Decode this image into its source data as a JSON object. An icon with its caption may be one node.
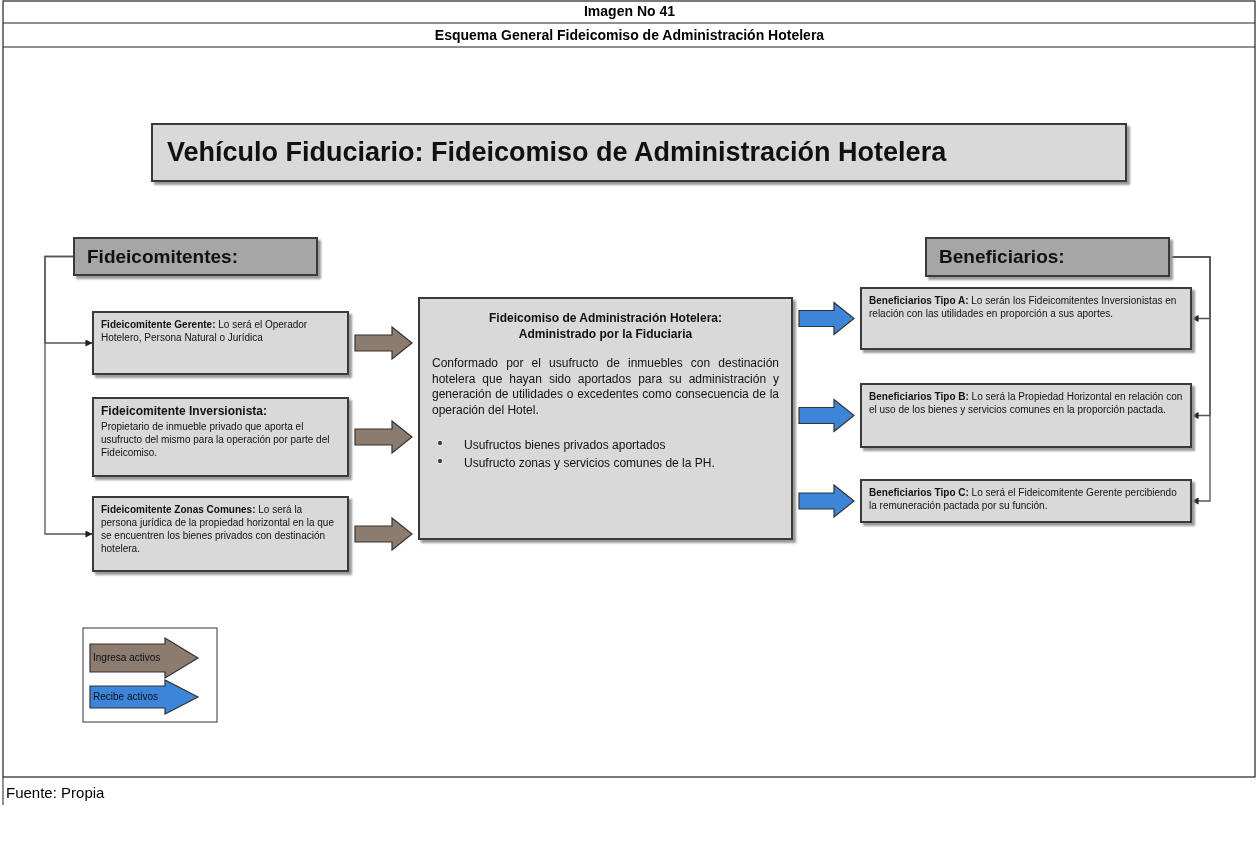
{
  "diagram": {
    "title": "Imagen No 41",
    "caption": "Fuente: Propia",
    "nodes": [
      {
        "text": [
          "Vehículo Fiduciario: Fideicomiso de Administración Hotelera"
        ]
      },
      {
        "text": [
          "Fideicomitentes:"
        ]
      },
      {
        "text": [
          "**Fideicomitente Gerente:** Lo será el Operador Hotelero, Persona Natural o Jurídica"
        ]
      },
      {
        "text": [
          "Fideicomitente Inversionista:",
          "Propietario de inmueble privado que aporta el usufructo del mismo para la operación por parte del Fideicomiso."
        ]
      },
      {
        "text": [
          "**Fideicomitente Zonas Comunes:** Lo será la persona jurídica de la propiedad horizontal en la que se encuentren los bienes privados con destinación hotelera."
        ]
      },
      {
        "text": [
          "Fideicomiso de Administración Hotelera: Administrado por la Fiduciaria",
          "Conformado por el usufructo de inmuebles con destinación hotelera que hayan sido aportados para su administración y generación de utilidades o excedentes como consecuencia de la operación del Hotel.",
          "Usufructos bienes privados aportados",
          "Usufructo zonas y servicios comunes de la PH."
        ]
      },
      {
        "text": [
          "Beneficiarios:"
        ]
      },
      {
        "text": [
          "**Beneficiarios Tipo A:** Lo serán los Fideicomitentes Inversionistas en relación con las utilidades en proporción a sus aportes."
        ]
      },
      {
        "text": [
          "**Beneficiarios Tipo B:** Lo será la Propiedad Horizontal en relación con el uso de los bienes y servicios comunes en la proporción pactada."
        ]
      },
      {
        "text": [
          "**Beneficiarios Tipo C:** Lo será el Fideicomitente Gerente percibiendo la remuneración pactada por su función."
        ]
      }
    ],
    "edges": [
      {
        "from": 1,
        "to": 2,
        "arrow": "to"
      },
      {
        "from": 1,
        "to": 4,
        "arrow": "to"
      },
      {
        "from": 6,
        "to": 7,
        "arrow": "to"
      },
      {
        "from": 6,
        "to": 8,
        "arrow": "to"
      },
      {
        "from": 6,
        "to": 9,
        "arrow": "to"
      },
      {
        "from": 2,
        "to": 5,
        "arrow": "to",
        "style": "thick",
        "color": "#8c7b6f"
      },
      {
        "from": 3,
        "to": 5,
        "arrow": "to",
        "style": "thick",
        "color": "#8c7b6f"
      },
      {
        "from": 4,
        "to": 5,
        "arrow": "to",
        "style": "thick",
        "color": "#8c7b6f"
      },
      {
        "from": 5,
        "to": 7,
        "arrow": "to",
        "style": "thick",
        "color": "#3d85d8"
      },
      {
        "from": 5,
        "to": 8,
        "arrow": "to",
        "style": "thick",
        "color": "#3d85d8"
      },
      {
        "from": 5,
        "to": 9,
        "arrow": "to",
        "style": "thick",
        "color": "#3d85d8"
      }
    ],
    "labels": [
      "Esquema General Fideicomiso de Administración Hotelera"
    ],
    "legend": [
      {
        "text": "Ingresa activos",
        "color": "#8c7b6f"
      },
      {
        "text": "Recibe activos",
        "color": "#3d85d8"
      }
    ]
  }
}
